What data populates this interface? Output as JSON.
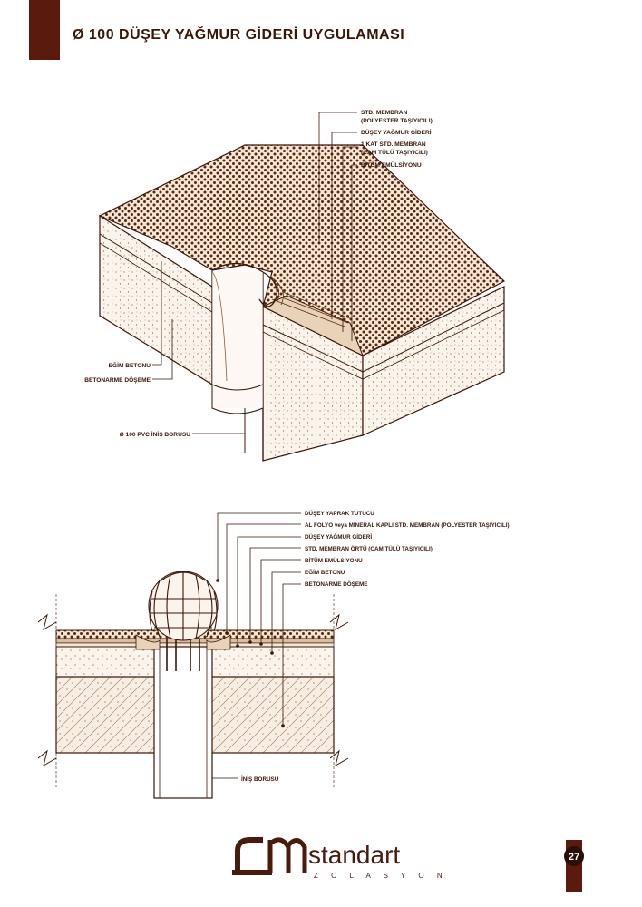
{
  "page": {
    "title": "Ø 100 DÜŞEY YAĞMUR GİDERİ UYGULAMASI",
    "page_number": "27"
  },
  "diagram1": {
    "labels": {
      "std_membran_1": "STD. MEMBRAN",
      "std_membran_2": "(POLYESTER TAŞIYICILI)",
      "dusey_gider": "DÜŞEY YAĞMUR GİDERİ",
      "kat_membran_1": "1.KAT STD. MEMBRAN",
      "kat_membran_2": "(CAM TÜLÜ TAŞIYICILI)",
      "bitum": "BİTÜM EMÜLSİYONU",
      "egim": "EĞİM BETONU",
      "betonarme": "BETONARME DÖŞEME",
      "pvc": "Ø 100 PVC İNİŞ BORUSU"
    }
  },
  "diagram2": {
    "labels": {
      "yaprak": "DÜŞEY YAPRAK TUTUCU",
      "al_folyo": "AL FOLYO veya MİNERAL KAPLI STD. MEMBRAN (POLYESTER TAŞIYICILI)",
      "gider": "DÜŞEY YAĞMUR GİDERİ",
      "ortu": "STD. MEMBRAN ÖRTÜ (CAM TÜLÜ TAŞIYICILI)",
      "bitum": "BİTÜM EMÜLSİYONU",
      "egim": "EĞİM BETONU",
      "betonarme": "BETONARME DÖŞEME",
      "inis": "İNİŞ BORUSU"
    }
  },
  "brand": {
    "logo_mark": "Dm",
    "name": "standart",
    "tagline": "Z O L A S Y O N"
  },
  "colors": {
    "ink": "#3a1608",
    "accent": "#5a1a0e"
  }
}
